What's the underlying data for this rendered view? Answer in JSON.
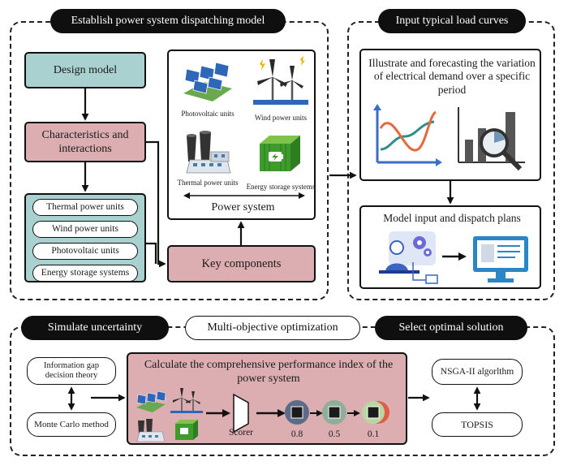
{
  "top_left": {
    "header": "Establish power system dispatching model",
    "design_model": "Design model",
    "characteristics": "Characteristics and interactions",
    "unit_list": [
      "Thermal power units",
      "Wind power units",
      "Photovoltaic units",
      "Energy storage systems"
    ],
    "key_components": "Key components",
    "power_system": {
      "title": "Power system",
      "items": [
        "Photovoltaic units",
        "Wind power units",
        "Thermal power units",
        "Energy storage systems"
      ]
    }
  },
  "top_right": {
    "header": "Input typical load curves",
    "illustrate": "Illustrate and forecasting the variation of electrical demand over a specific period",
    "model_input": "Model input and dispatch plans"
  },
  "bottom": {
    "headers": [
      "Simulate uncertainty",
      "Multi-objective optimization",
      "Select optimal solution"
    ],
    "igdt": "Information gap decision theory",
    "monte_carlo": "Monte Carlo method",
    "calc_title": "Calculate the comprehensive performance index of the power system",
    "scorer": "Scorer",
    "scores": [
      "0.8",
      "0.5",
      "0.1"
    ],
    "nsga": "NSGA-II algorlthm",
    "topsis": "TOPSIS"
  },
  "colors": {
    "teal": "#a9d1cf",
    "rose": "#dcaeb1",
    "dark": "#0f0f0f"
  }
}
